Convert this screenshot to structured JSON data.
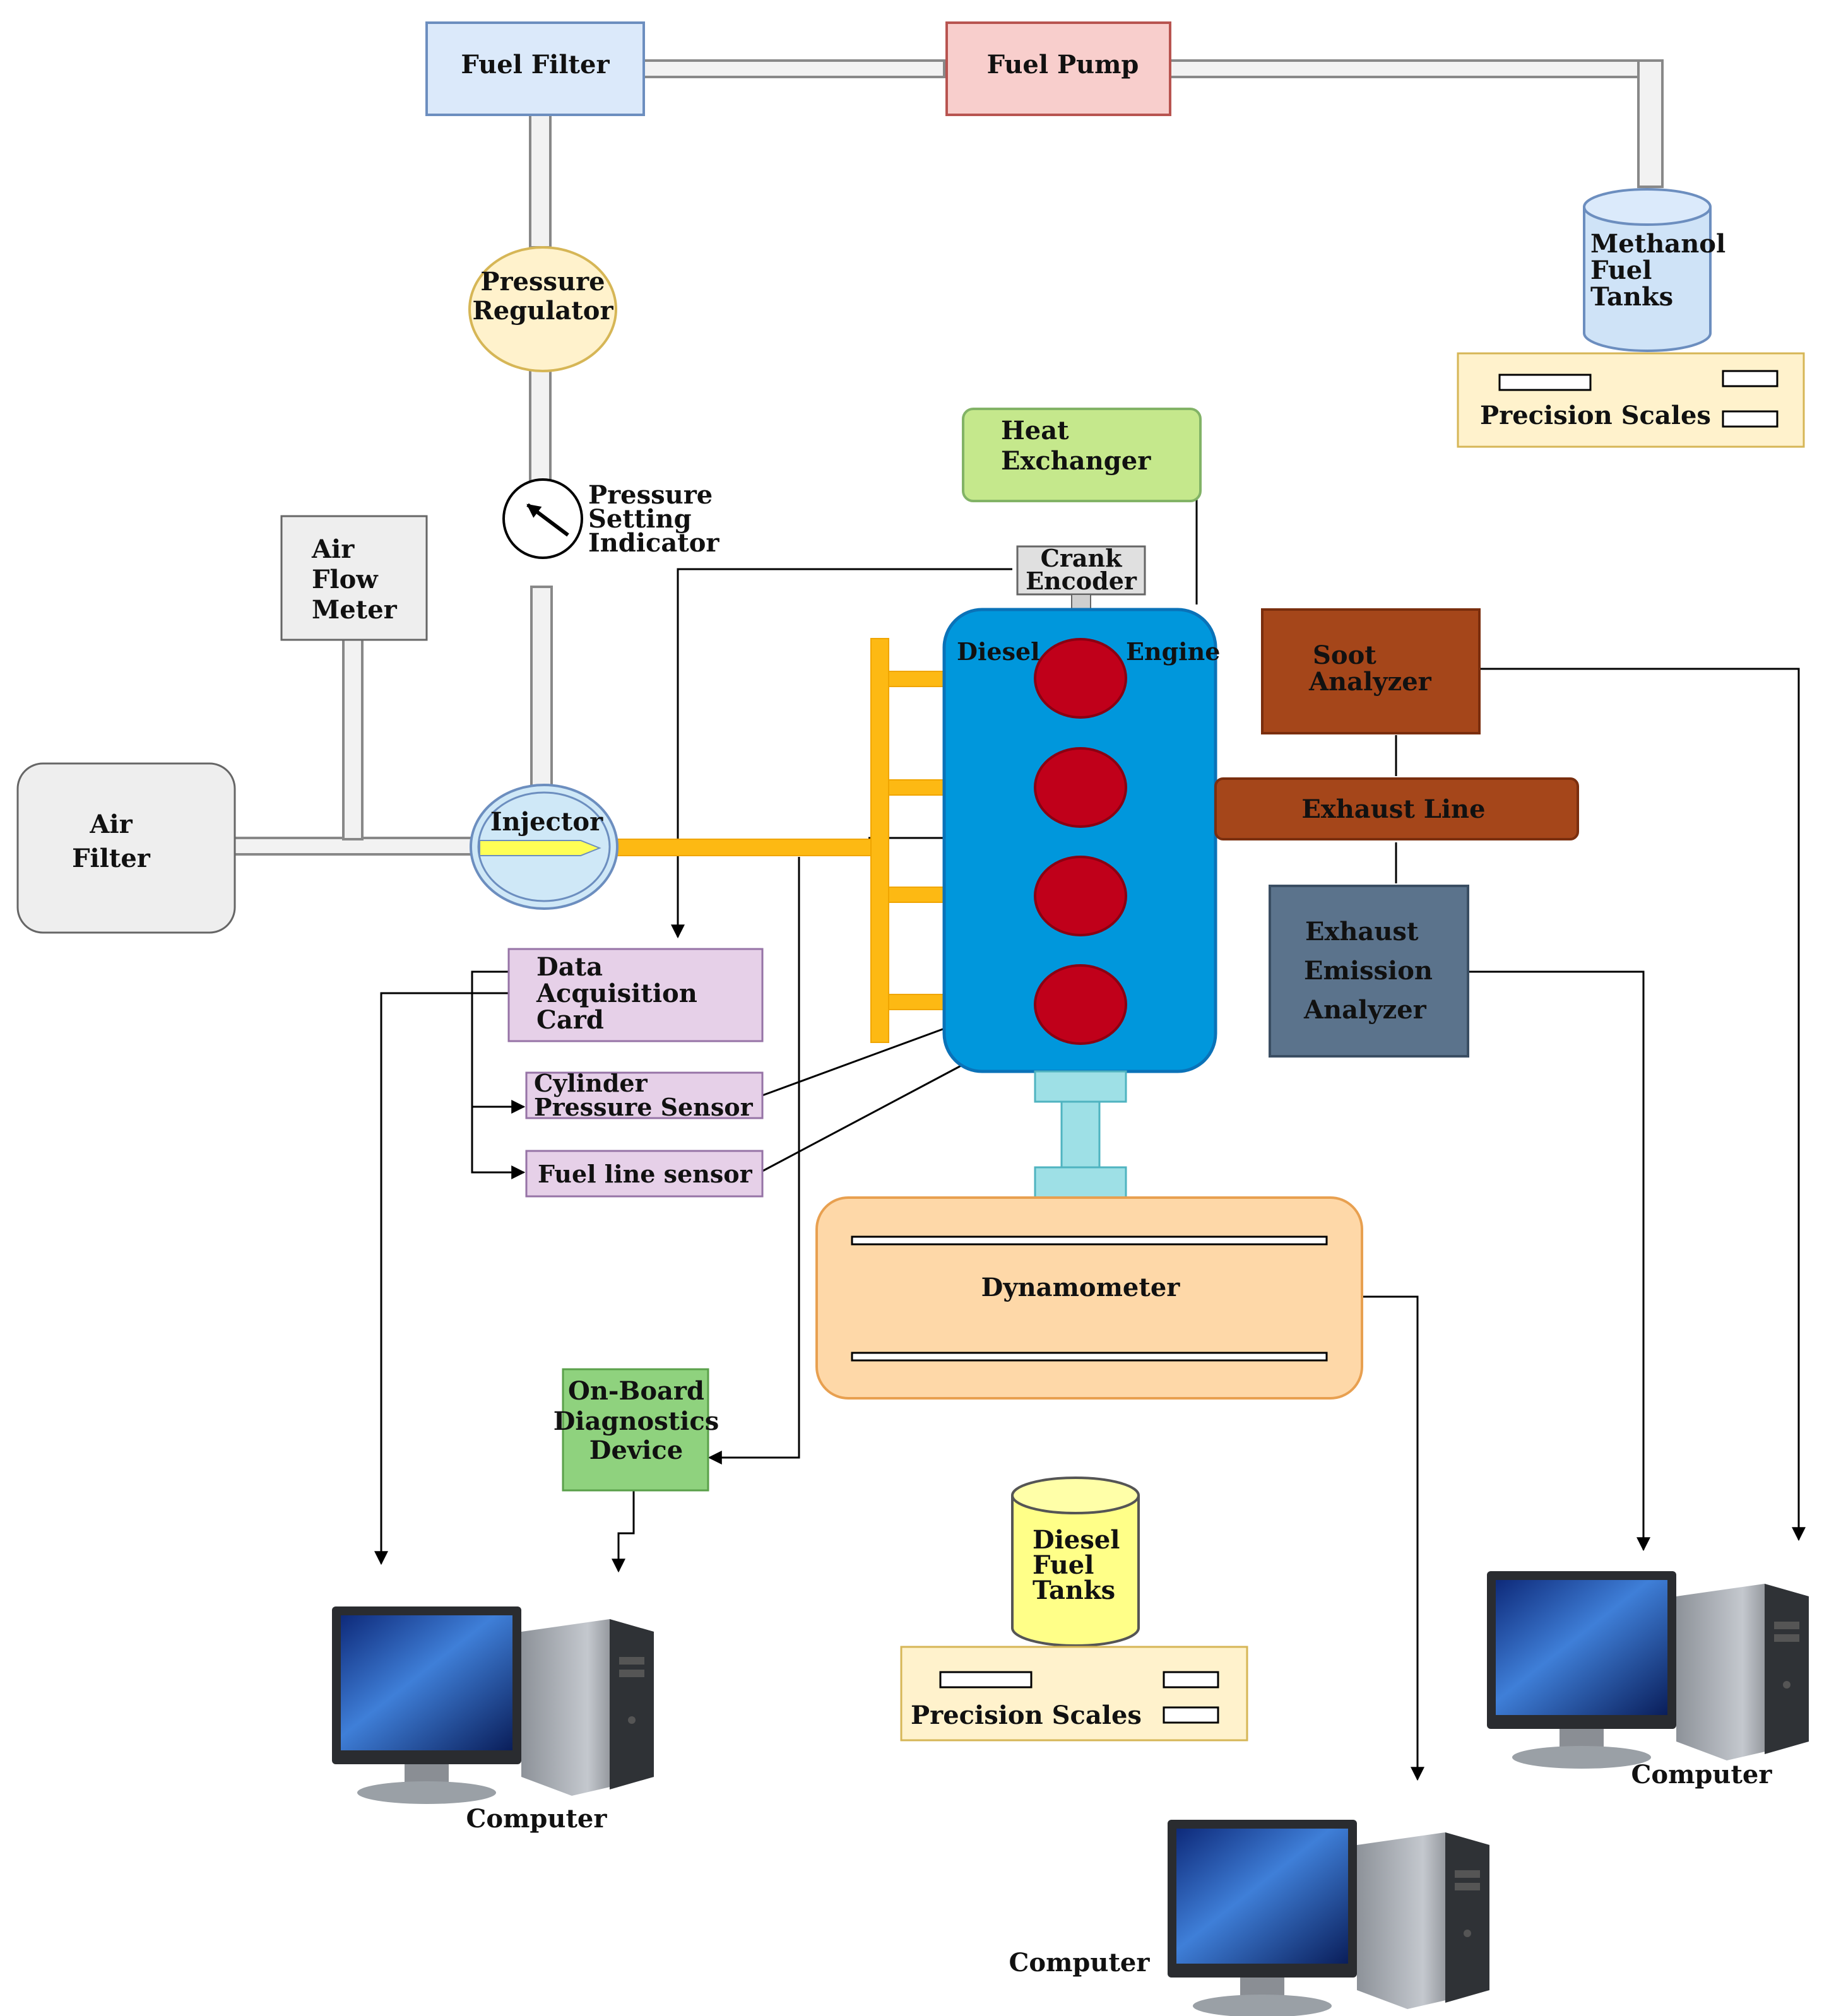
{
  "components": {
    "fuel_filter": "Fuel Filter",
    "fuel_pump": "Fuel Pump",
    "methanol_tank": [
      "Methanol",
      "Fuel",
      "Tanks"
    ],
    "precision_scales_methanol": "Precision Scales",
    "pressure_regulator": [
      "Pressure",
      "Regulator"
    ],
    "heat_exchanger": [
      "Heat",
      "Exchanger"
    ],
    "pressure_indicator": [
      "Pressure",
      "Setting",
      "Indicator"
    ],
    "air_flow_meter": [
      "Air",
      "Flow",
      "Meter"
    ],
    "crank_encoder": [
      "Crank",
      "Encoder"
    ],
    "engine_left": "Diesel",
    "engine_right": "Engine",
    "soot_analyzer": [
      "Soot",
      "Analyzer"
    ],
    "exhaust_line": "Exhaust Line",
    "air_filter": [
      "Air",
      "Filter"
    ],
    "injector": "Injector",
    "emission_analyzer": [
      "Exhaust",
      "Emission",
      "Analyzer"
    ],
    "daq_card": [
      "Data",
      "Acquisition",
      "Card"
    ],
    "cylinder_pressure_sensor": [
      "Cylinder",
      "Pressure Sensor"
    ],
    "fuel_line_sensor": "Fuel line sensor",
    "dynamometer": "Dynamometer",
    "obd_device": [
      "On-Board",
      "Diagnostics",
      "Device"
    ],
    "diesel_tank": [
      "Diesel",
      "Fuel",
      "Tanks"
    ],
    "precision_scales_diesel": "Precision Scales"
  },
  "computers": {
    "left": "Computer",
    "right": "Computer",
    "bottom": "Computer"
  },
  "colors": {
    "filter_blue": "#dbe9fa",
    "pump_red": "#f8cecc",
    "regulator_yellow": "#fff2cc",
    "heat_green": "#c5e88c",
    "engine_blue": "#0097dc",
    "cylinder_red": "#c0001a",
    "manifold_orange": "#fdb913",
    "soot_brown": "#a5461a",
    "analyzer_slate": "#5b738c",
    "daq_purple": "#e6d0e8",
    "dyno_orange": "#fed8a8",
    "obd_green": "#8fd27e",
    "diesel_yellow": "#ffff88",
    "shaft_cyan": "#9ee0e6"
  }
}
